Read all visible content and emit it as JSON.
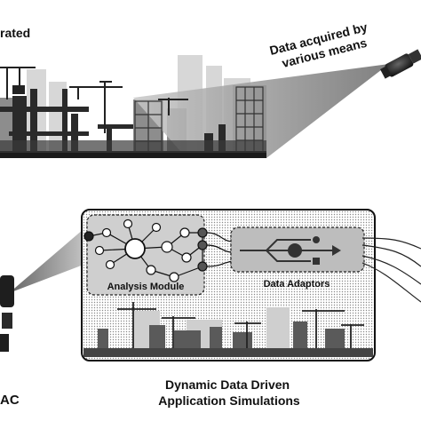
{
  "top_left_text": "rated",
  "data_source_label_line1": "Data acquired by",
  "data_source_label_line2": "various means",
  "analysis_module_label": "Analysis Module",
  "data_adaptors_label": "Data Adaptors",
  "bottom_left_text": "AC",
  "caption_line1": "Dynamic Data Driven",
  "caption_line2": "Application Simulations"
}
